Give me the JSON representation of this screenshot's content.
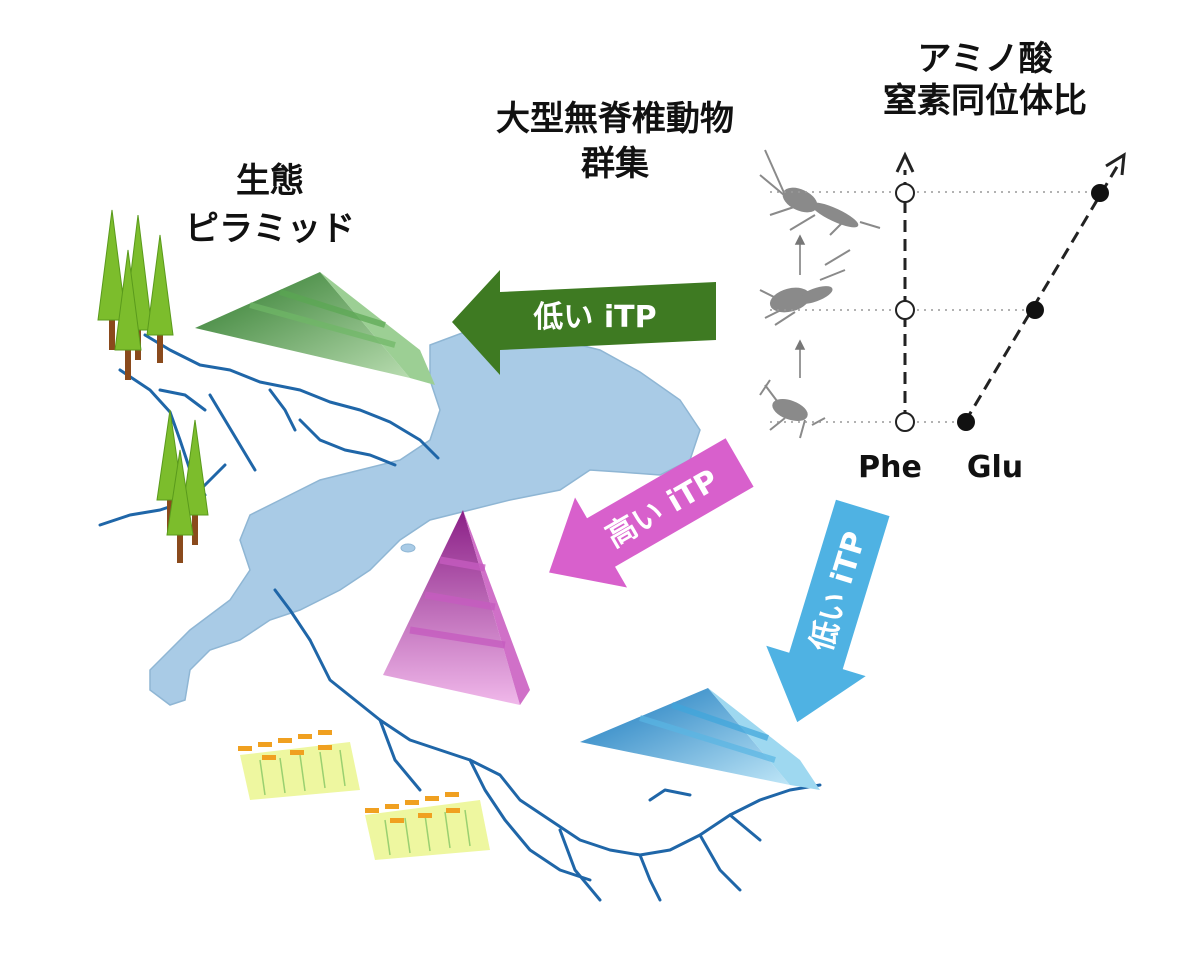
{
  "labels": {
    "pyramid_line1": "生態",
    "pyramid_line2": "ピラミッド",
    "invertebrate_line1": "大型無脊椎動物",
    "invertebrate_line2": "群集",
    "isotope_line1": "アミノ酸",
    "isotope_line2": "窒素同位体比",
    "phe": "Phe",
    "glu": "Glu"
  },
  "arrows": {
    "north": {
      "text": "低い iTP",
      "color": "#3e7a22"
    },
    "center": {
      "text": "高い iTP",
      "color": "#d860cc"
    },
    "south": {
      "text": "低い iTP",
      "color": "#4fb2e3"
    }
  },
  "colors": {
    "lake": "#a9cbe6",
    "river": "#1f66a8",
    "pyramid_green": "#3f8a3c",
    "pyramid_magenta": "#a0309a",
    "pyramid_blue": "#1d8ccc",
    "tree": "#7cbd2c",
    "trunk": "#8a4a1c"
  }
}
